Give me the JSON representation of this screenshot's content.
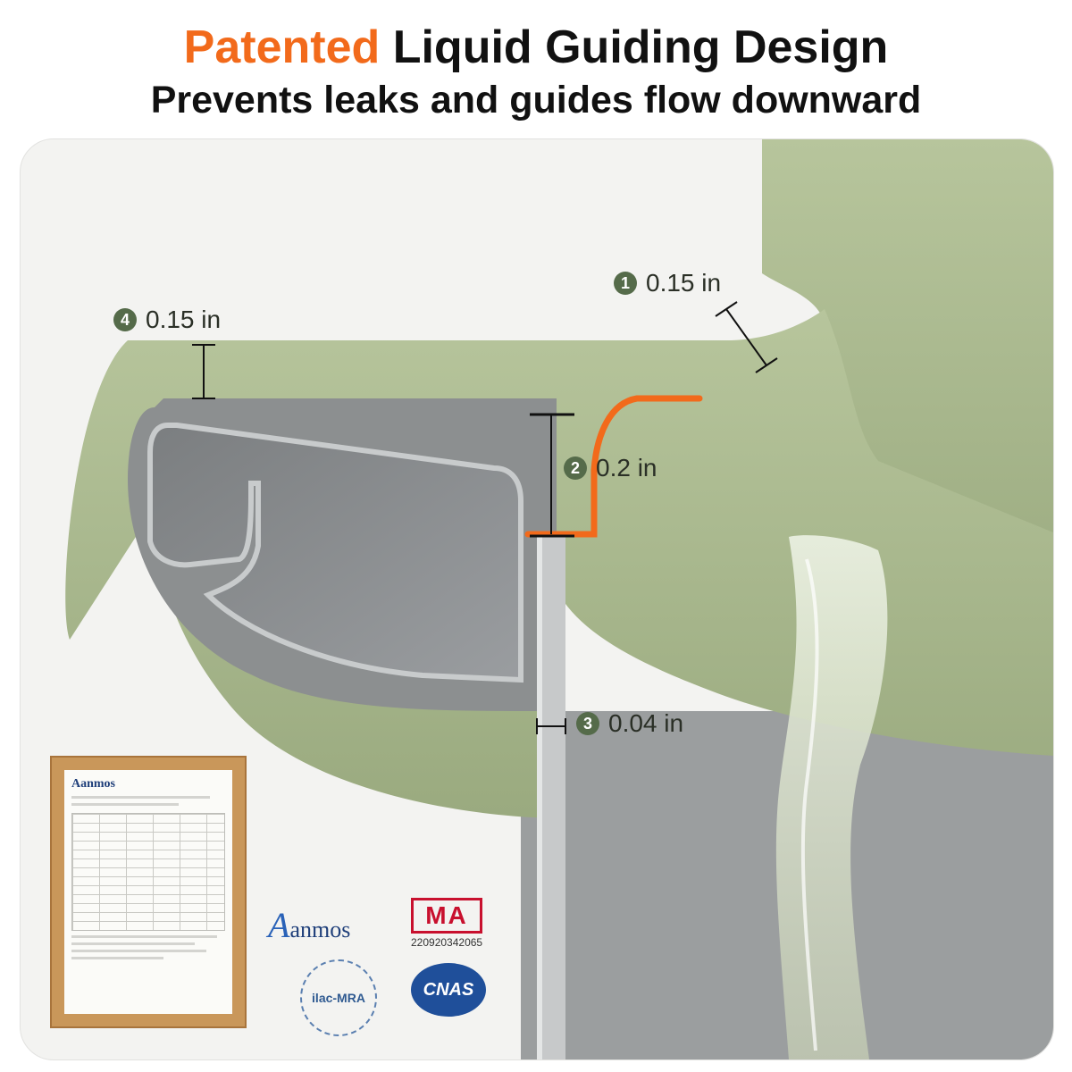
{
  "headline": {
    "accent_word": "Patented",
    "title_rest": " Liquid Guiding Design",
    "subtitle": "Prevents leaks and guides flow downward"
  },
  "callouts": [
    {
      "num": "1",
      "text": "0.15 in"
    },
    {
      "num": "2",
      "text": "0.2 in"
    },
    {
      "num": "3",
      "text": "0.04 in"
    },
    {
      "num": "4",
      "text": "0.15 in"
    }
  ],
  "certificate": {
    "brand": "Aanmos"
  },
  "logos": {
    "brand_initial": "A",
    "brand_rest": "anmos",
    "ma_mark": "MA",
    "ma_code": "220920342065",
    "ilac": "ilac-MRA",
    "cnas": "CNAS"
  },
  "colors": {
    "accent": "#f26a1b",
    "product_green": "#a9b98d",
    "liner_gray": "#8a8d8f"
  }
}
